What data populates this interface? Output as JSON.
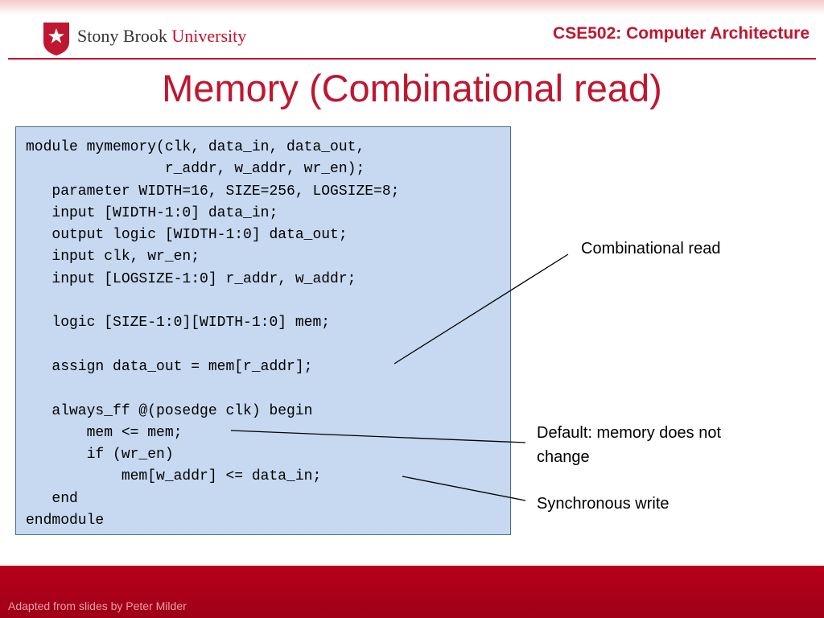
{
  "header": {
    "logo_name": "Stony Brook",
    "logo_university": "University",
    "course": "CSE502: Computer Architecture"
  },
  "slide": {
    "title": "Memory (Combinational read)"
  },
  "code": {
    "lines": [
      "module mymemory(clk, data_in, data_out,",
      "                r_addr, w_addr, wr_en);",
      "   parameter WIDTH=16, SIZE=256, LOGSIZE=8;",
      "   input [WIDTH-1:0] data_in;",
      "   output logic [WIDTH-1:0] data_out;",
      "   input clk, wr_en;",
      "   input [LOGSIZE-1:0] r_addr, w_addr;",
      "",
      "   logic [SIZE-1:0][WIDTH-1:0] mem;",
      "",
      "   assign data_out = mem[r_addr];",
      "",
      "   always_ff @(posedge clk) begin",
      "       mem <= mem;",
      "       if (wr_en)",
      "           mem[w_addr] <= data_in;",
      "   end",
      "endmodule"
    ]
  },
  "annotations": {
    "combinational": "Combinational read",
    "default": "Default: memory does not change",
    "synchronous": "Synchronous write"
  },
  "footer": {
    "credit": "Adapted from slides by Peter Milder"
  },
  "colors": {
    "brand_red": "#c0162f",
    "code_bg": "#c6d9f1"
  }
}
